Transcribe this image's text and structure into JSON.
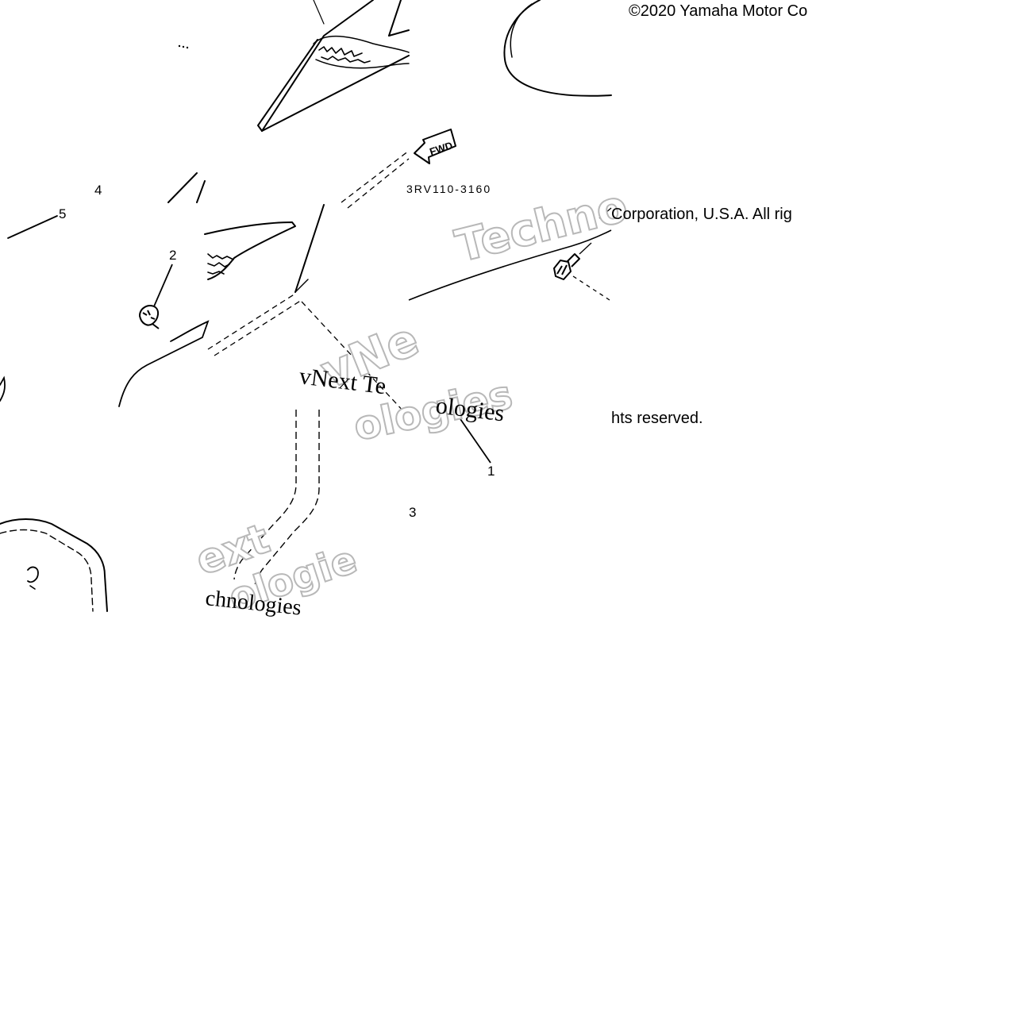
{
  "copyright": {
    "line1": "©2020 Yamaha Motor Co",
    "line2": "Corporation, U.S.A. All rig",
    "line3": "hts reserved."
  },
  "part_code": "3RV110-3160",
  "fwd_label": "FWD",
  "callouts": [
    "1",
    "2",
    "3",
    "4",
    "5"
  ],
  "watermarks": {
    "outline_techno": "Techno",
    "outline_vnext_1": "vNe",
    "outline_vnext_2": "ext",
    "outline_logies_1": "ologies",
    "outline_logies_2": "ologie",
    "serif_vnext": "vNext Te",
    "serif_logies": "ologies",
    "serif_technologies": "chnologies"
  },
  "colors": {
    "line": "#000000",
    "watermark_outline": "#b8b8b8",
    "background": "#ffffff"
  }
}
